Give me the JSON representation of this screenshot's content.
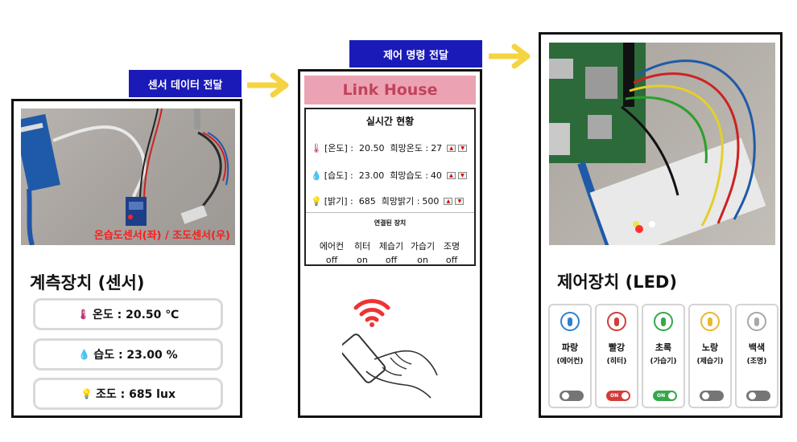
{
  "banners": {
    "sensor_data": "센서 데이터 전달",
    "control_command": "제어 명령 전달"
  },
  "sensor_panel": {
    "photo_caption": "온습도센서(좌) / 조도센서(우)",
    "heading": "계측장치 (센서)",
    "readings": [
      {
        "icon": "thermometer-icon",
        "text": "온도 : 20.50 ℃"
      },
      {
        "icon": "droplet-icon",
        "text": "습도 : 23.00 %"
      },
      {
        "icon": "lightbulb-icon",
        "text": "조도 : 685 lux"
      }
    ]
  },
  "link_house": {
    "title": "Link House",
    "status_title": "실시간 현황",
    "rows": [
      {
        "label": "[온도] :",
        "value": "20.50",
        "target_label": "희망온도 :",
        "target": "27"
      },
      {
        "label": "[습도] :",
        "value": "23.00",
        "target_label": "희망습도 :",
        "target": "40"
      },
      {
        "label": "[밝기] :",
        "value": "685",
        "target_label": "희망밝기 :",
        "target": "500"
      }
    ],
    "devices_title": "연결된 장치",
    "devices": [
      {
        "name": "에어컨",
        "state": "off"
      },
      {
        "name": "히터",
        "state": "on"
      },
      {
        "name": "제습기",
        "state": "off"
      },
      {
        "name": "가습기",
        "state": "on"
      },
      {
        "name": "조명",
        "state": "off"
      }
    ]
  },
  "led_panel": {
    "heading": "제어장치 (LED)",
    "leds": [
      {
        "name": "파랑",
        "sub": "(에어컨)",
        "color": "#2f7fd6",
        "on": false
      },
      {
        "name": "빨강",
        "sub": "(히터)",
        "color": "#d63a3a",
        "on": true,
        "toggle_label": "ON"
      },
      {
        "name": "초록",
        "sub": "(가습기)",
        "color": "#33a84a",
        "on": true,
        "toggle_label": "ON"
      },
      {
        "name": "노랑",
        "sub": "(제습기)",
        "color": "#e8b92c",
        "on": false
      },
      {
        "name": "백색",
        "sub": "(조명)",
        "color": "#a8a8a8",
        "on": false
      }
    ]
  },
  "colors": {
    "banner": "#1a1ab8",
    "arrow": "#f5d442",
    "header_pink": "#eba3b3",
    "toggle_on_red": "#d63a3a",
    "toggle_on_green": "#33a84a",
    "toggle_off": "#757575"
  }
}
